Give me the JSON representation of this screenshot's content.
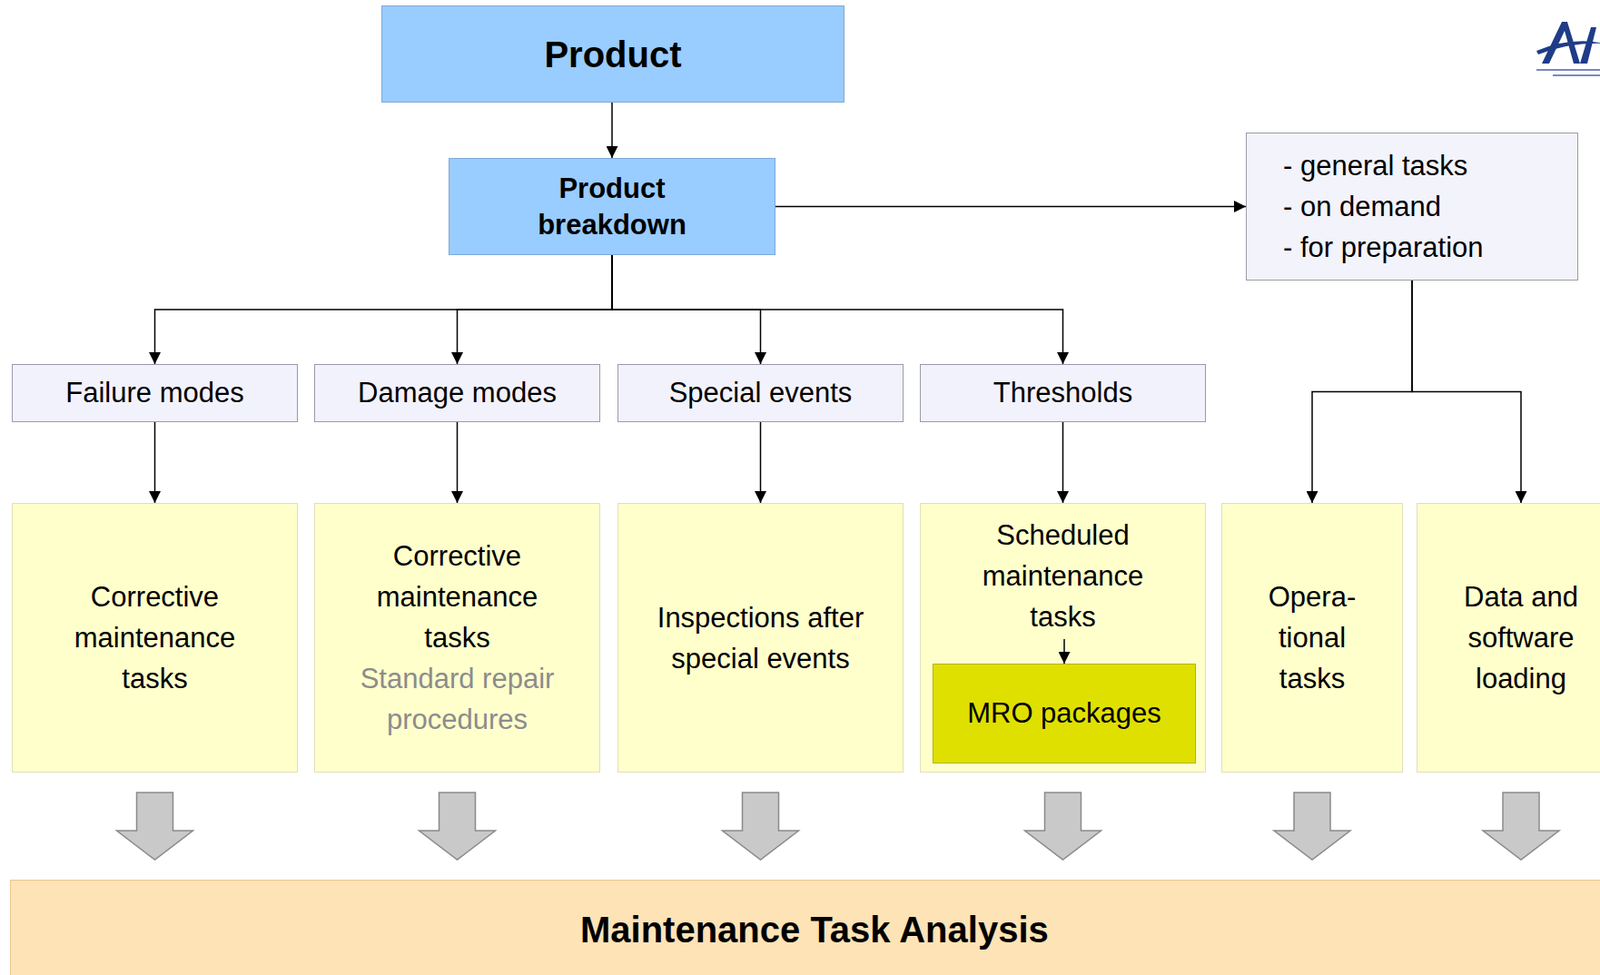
{
  "diagram": {
    "nodes": [
      {
        "text": [
          "Product"
        ]
      },
      {
        "text": [
          "Product breakdown"
        ]
      },
      {
        "text": [
          "- general tasks",
          "- on demand",
          "- for preparation"
        ]
      },
      {
        "text": [
          "Failure modes"
        ]
      },
      {
        "text": [
          "Damage modes"
        ]
      },
      {
        "text": [
          "Special events"
        ]
      },
      {
        "text": [
          "Thresholds"
        ]
      },
      {
        "text": [
          "Corrective maintenance tasks"
        ]
      },
      {
        "text": [
          "Corrective maintenance tasks",
          "Standard repair procedures"
        ]
      },
      {
        "text": [
          "Inspections after special events"
        ]
      },
      {
        "text": [
          "Scheduled maintenance tasks"
        ]
      },
      {
        "text": [
          "MRO packages"
        ],
        "in": 10
      },
      {
        "text": [
          "Opera- tional tasks"
        ]
      },
      {
        "text": [
          "Data and software loading"
        ]
      },
      {
        "text": [
          "Maintenance Task Analysis"
        ]
      }
    ],
    "edges": [
      {
        "from": 0,
        "to": 1,
        "arrow": "to"
      },
      {
        "from": 1,
        "to": 2,
        "arrow": "to"
      },
      {
        "from": 1,
        "to": 3,
        "arrow": "to"
      },
      {
        "from": 1,
        "to": 4,
        "arrow": "to"
      },
      {
        "from": 1,
        "to": 5,
        "arrow": "to"
      },
      {
        "from": 1,
        "to": 6,
        "arrow": "to"
      },
      {
        "from": 2,
        "to": 12,
        "arrow": "to"
      },
      {
        "from": 2,
        "to": 13,
        "arrow": "to"
      },
      {
        "from": 3,
        "to": 7,
        "arrow": "to"
      },
      {
        "from": 4,
        "to": 8,
        "arrow": "to"
      },
      {
        "from": 5,
        "to": 9,
        "arrow": "to"
      },
      {
        "from": 6,
        "to": 10,
        "arrow": "to"
      },
      {
        "from": 10,
        "to": 11,
        "arrow": "to"
      },
      {
        "from": 7,
        "to": 14,
        "arrow": "to"
      },
      {
        "from": 8,
        "to": 14,
        "arrow": "to"
      },
      {
        "from": 9,
        "to": 14,
        "arrow": "to"
      },
      {
        "from": 10,
        "to": 14,
        "arrow": "to"
      },
      {
        "from": 12,
        "to": 14,
        "arrow": "to"
      },
      {
        "from": 13,
        "to": 14,
        "arrow": "to"
      }
    ]
  }
}
